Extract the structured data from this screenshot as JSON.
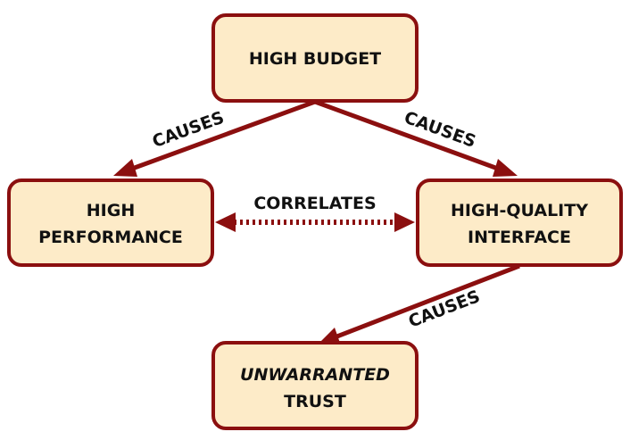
{
  "nodes": {
    "budget": {
      "line1": "HIGH BUDGET"
    },
    "performance": {
      "line1": "HIGH",
      "line2": "PERFORMANCE"
    },
    "interface": {
      "line1": "HIGH-QUALITY",
      "line2": "INTERFACE"
    },
    "trust": {
      "line1": "UNWARRANTED",
      "line2": "TRUST"
    }
  },
  "edges": {
    "budget_to_performance": "CAUSES",
    "budget_to_interface": "CAUSES",
    "performance_interface": "CORRELATES",
    "interface_to_trust": "CAUSES"
  },
  "colors": {
    "box_fill": "#fdebc8",
    "stroke": "#8b0f0f",
    "text": "#111111"
  }
}
